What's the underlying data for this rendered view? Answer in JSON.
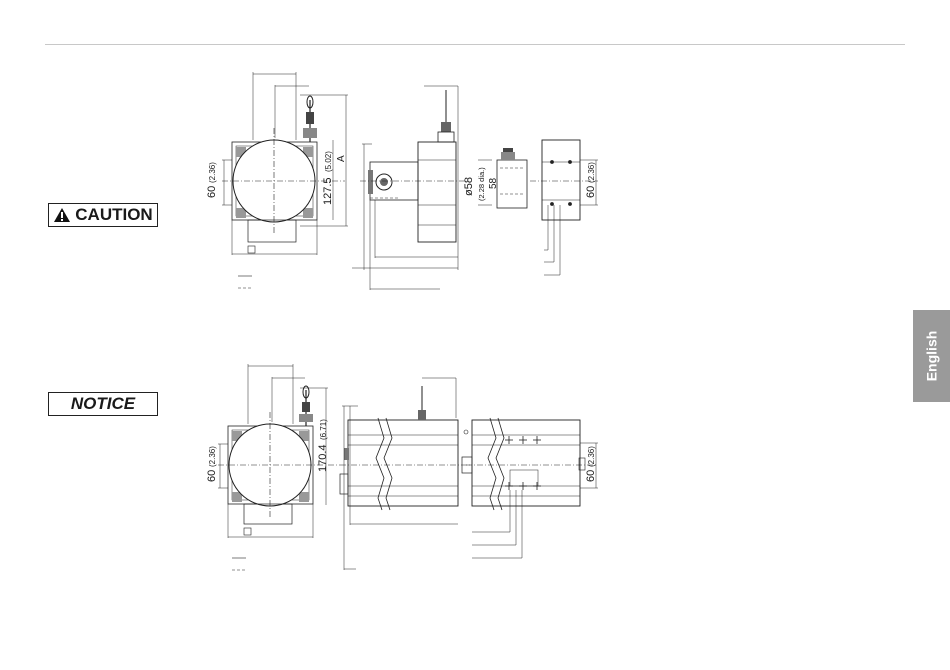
{
  "badges": {
    "caution": "CAUTION",
    "notice": "NOTICE"
  },
  "language_tab": "English",
  "drawing_top": {
    "height_main": "60",
    "height_main_in": "(2.36)",
    "cable_length": "127.5",
    "cable_length_in": "(5.02)",
    "dim_a": "A",
    "dia": "ø58",
    "dia_in": "(2.28 dia.)",
    "dia2": "58",
    "height_right": "60",
    "height_right_in": "(2.36)"
  },
  "drawing_bottom": {
    "height_main": "60",
    "height_main_in": "(2.36)",
    "cable_length": "170.4",
    "cable_length_in": "(6.71)",
    "height_right": "60",
    "height_right_in": "(2.36)"
  }
}
